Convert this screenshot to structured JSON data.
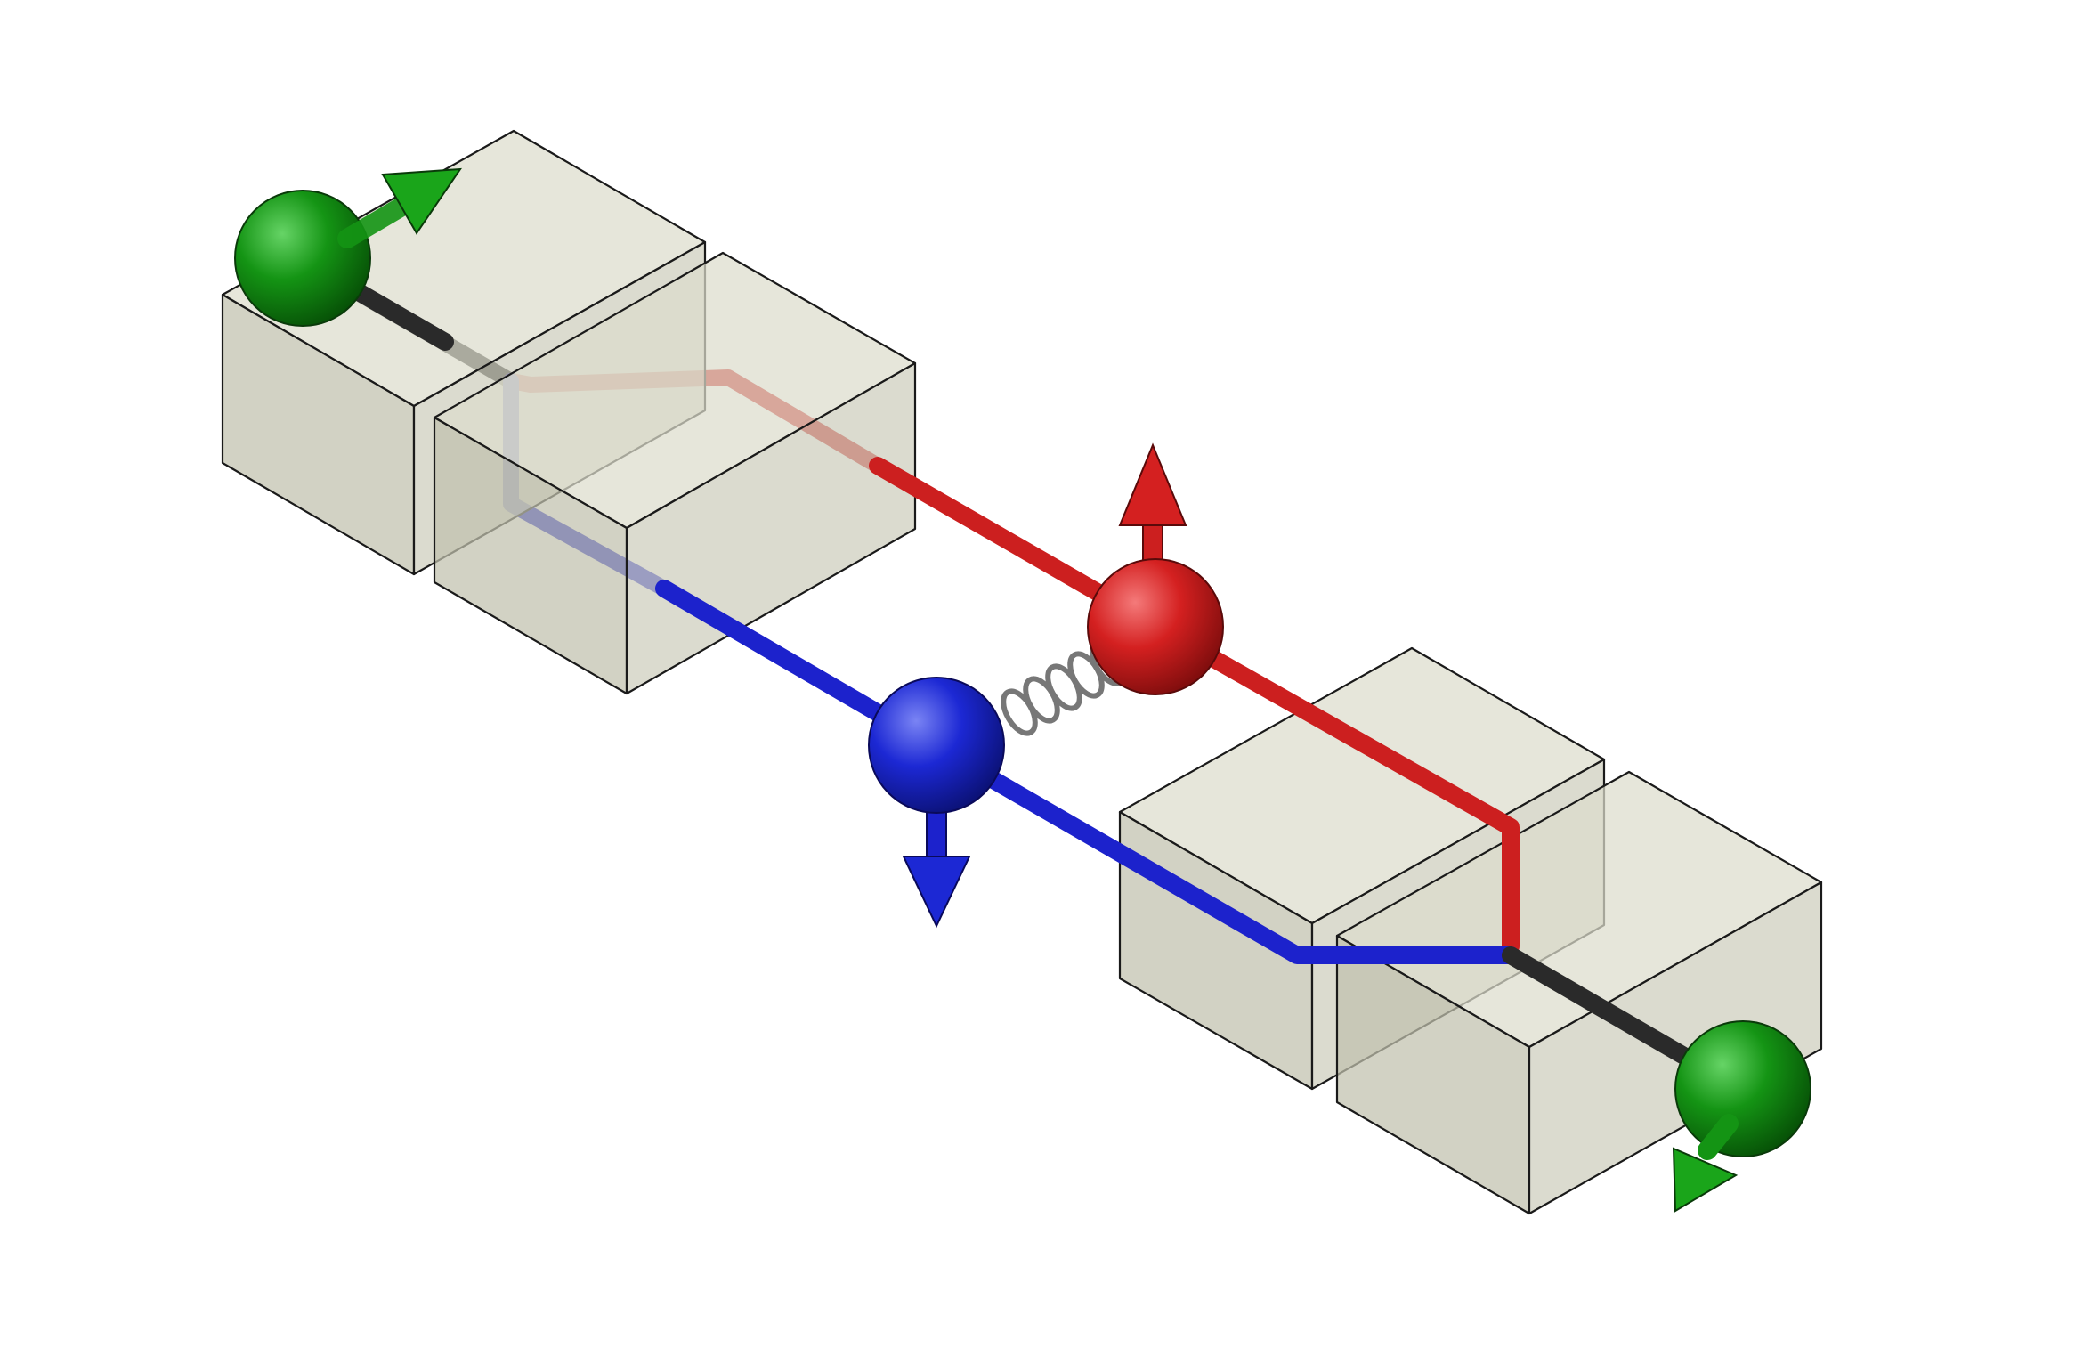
{
  "diagram": {
    "kind": "3d-schematic",
    "labels": [],
    "colors": {
      "background": "#ffffff",
      "box_top": "#dcdccc",
      "box_left": "#c0c0ad",
      "box_right": "#cdcdbc",
      "box_edge": "#1a1a1a",
      "path_upper": "#cc1f1f",
      "path_lower": "#1c22cc",
      "path_shared": "#2a2a2a",
      "particle_outer": "#149414",
      "particle_upper": "#d42020",
      "particle_lower": "#1c28d4",
      "spring": "#777777"
    },
    "icons": {
      "outer_particle_left": "green-sphere-with-arrow-icon",
      "outer_particle_right": "green-sphere-with-arrow-icon",
      "upper_particle": "red-sphere-with-up-arrow-icon",
      "lower_particle": "blue-sphere-with-down-arrow-icon",
      "coupling": "spring-coil-icon"
    },
    "components": {
      "blocks": 4,
      "spring_turns": 5,
      "paths": [
        "shared-black",
        "upper-red",
        "lower-blue"
      ]
    }
  }
}
